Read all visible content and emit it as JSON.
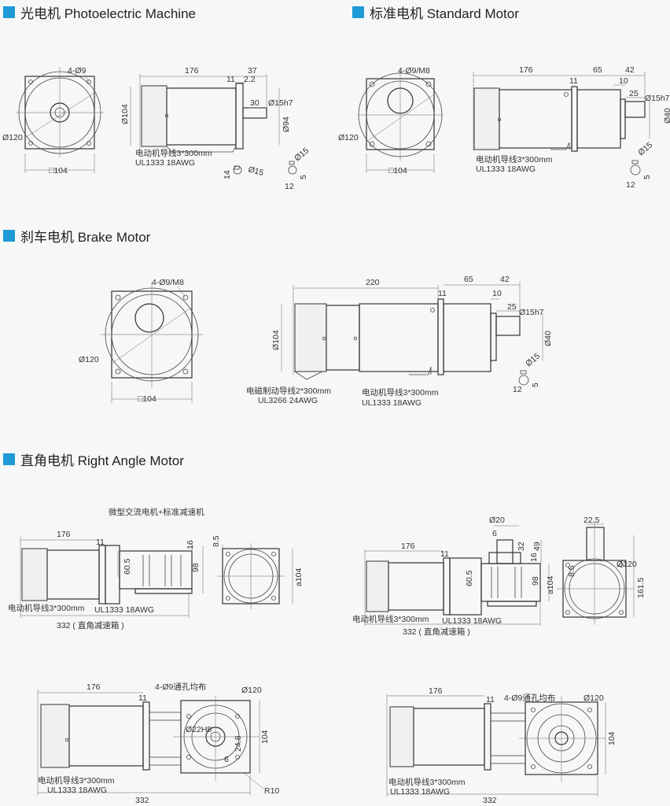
{
  "colors": {
    "accent": "#1e9ad6",
    "line": "#444444",
    "background": "#f6f7f7"
  },
  "sections": {
    "photo": {
      "title": "光电机 Photoelectric Machine"
    },
    "standard": {
      "title": "标准电机 Standard Motor"
    },
    "brake": {
      "title": "刹车电机 Brake Motor"
    },
    "right_angle": {
      "title": "直角电机 Right Angle Motor",
      "subtitle": "微型交流电机+标准减速机"
    }
  },
  "photo": {
    "holes": "4-Ø9",
    "circle": "Ø120",
    "square": "□104",
    "length": "176",
    "shaft_len": "37",
    "d11": "11",
    "d2_2": "2.2",
    "d30": "30",
    "shaft": "Ø15h7",
    "height": "Ø104",
    "pilot": "Ø94",
    "d15": "Ø15",
    "key": "14",
    "key_w": "5",
    "key_h": "12",
    "wire1": "电动机导线3*300mm",
    "wire2": "UL1333  18AWG"
  },
  "standard": {
    "holes": "4-Ø9/M8",
    "circle": "Ø120",
    "square": "□104",
    "length": "176",
    "d65": "65",
    "d42": "42",
    "d11": "11",
    "d10": "10",
    "d25": "25",
    "shaft": "Ø15h7",
    "pilot": "Ø40",
    "d15": "Ø15",
    "key_w": "5",
    "key_h": "12",
    "wire1": "电动机导线3*300mm",
    "wire2": "UL1333  18AWG"
  },
  "brake": {
    "holes": "4-Ø9/M8",
    "circle": "Ø120",
    "square": "□104",
    "length": "220",
    "d65": "65",
    "d42": "42",
    "d11": "11",
    "d10": "10",
    "d25": "25",
    "shaft": "Ø15h7",
    "pilot": "Ø40",
    "height": "Ø104",
    "d15": "Ø15",
    "key_w": "5",
    "key_h": "12",
    "brake_wire1": "电磁制动导线2*300mm",
    "brake_wire2": "UL3266  24AWG",
    "wire1": "电动机导线3*300mm",
    "wire2": "UL1333  18AWG"
  },
  "ra1": {
    "length": "176",
    "d11": "11",
    "d60_5": "60.5",
    "d98": "98",
    "d16": "16",
    "d8_5": "8.5",
    "a104": "a104",
    "wire1": "电动机导线3*300mm",
    "wire2": "UL1333  18AWG",
    "total": "332 ( 直角减速箱 )"
  },
  "ra2": {
    "length": "176",
    "d11": "11",
    "d60_5": "60.5",
    "d98": "98",
    "d16": "16",
    "d32": "32",
    "d49": "49",
    "d6": "6",
    "shaft": "Ø20",
    "d8_5": "8.5",
    "a104": "a104",
    "d22_5": "22.5",
    "circle": "Ø120",
    "d161_5": "161.5",
    "wire1": "电动机导线3*300mm",
    "wire2": "UL1333  18AWG",
    "total": "332 ( 直角减速箱 )"
  },
  "ra3": {
    "length": "176",
    "d11": "11",
    "holes": "4-Ø9通孔均布",
    "circle": "Ø120",
    "bore": "Ø22H8",
    "d24_8": "24.8",
    "d6": "6",
    "d104": "104",
    "r10": "R10",
    "wire1": "电动机导线3*300mm",
    "wire2": "UL1333  18AWG",
    "total": "332"
  },
  "ra4": {
    "length": "176",
    "d11": "11",
    "holes": "4-Ø9通孔均布",
    "circle": "Ø120",
    "d104": "104",
    "wire1": "电动机导线3*300mm",
    "wire2": "UL1333  18AWG",
    "total": "332"
  }
}
